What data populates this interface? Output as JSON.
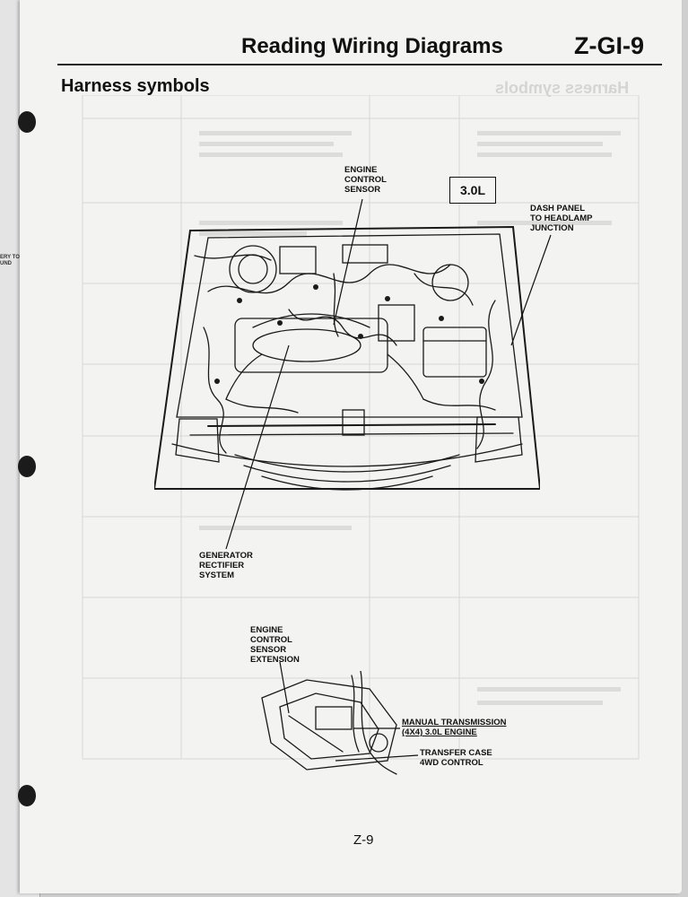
{
  "margin_fragment": "ERY TO\nUND",
  "header": {
    "title": "Reading Wiring Diagrams",
    "code": "Z-GI-9"
  },
  "section_title": "Harness symbols",
  "badge": "3.0L",
  "callouts": {
    "engine_control_sensor": "ENGINE\nCONTROL\nSENSOR",
    "dash_panel": "DASH PANEL\nTO HEADLAMP\nJUNCTION",
    "generator": "GENERATOR\nRECTIFIER\nSYSTEM",
    "sensor_extension": "ENGINE\nCONTROL\nSENSOR\nEXTENSION",
    "manual_transmission": "MANUAL TRANSMISSION\n(4X4) 3.0L ENGINE",
    "transfer_case": "TRANSFER CASE\n4WD CONTROL"
  },
  "ghost_header": "Harness symbols",
  "page_number": "Z-9"
}
